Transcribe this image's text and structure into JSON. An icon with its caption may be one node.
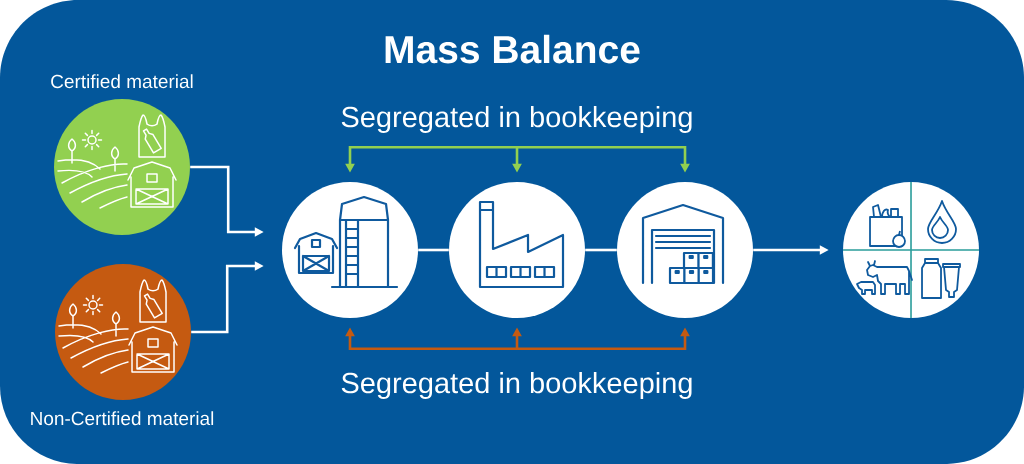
{
  "diagram": {
    "title": "Mass Balance",
    "nodes": [
      {
        "text": [
          "Certified material"
        ]
      },
      {
        "text": [
          "Segregated in bookkeeping"
        ]
      },
      {
        "text": [],
        "shape": "circle"
      },
      {
        "text": [],
        "shape": "circle"
      },
      {
        "text": [],
        "shape": "circle"
      },
      {
        "text": [],
        "shape": "circle"
      },
      {
        "text": [
          "Non-Certified material"
        ]
      },
      {
        "text": [
          "Segregated in bookkeeping"
        ]
      }
    ],
    "edges": [
      {
        "from": 0,
        "to": 2,
        "arrow": "to"
      },
      {
        "from": 6,
        "to": 2,
        "arrow": "to"
      },
      {
        "from": 2,
        "to": 3,
        "arrow": "none"
      },
      {
        "from": 3,
        "to": 4,
        "arrow": "none"
      },
      {
        "from": 4,
        "to": 5,
        "arrow": "to"
      },
      {
        "from": 1,
        "to": 2,
        "arrow": "to",
        "color": "#92d050"
      },
      {
        "from": 1,
        "to": 3,
        "arrow": "to",
        "color": "#92d050"
      },
      {
        "from": 1,
        "to": 4,
        "arrow": "to",
        "color": "#92d050"
      },
      {
        "from": 7,
        "to": 2,
        "arrow": "to",
        "color": "#c55a11"
      },
      {
        "from": 7,
        "to": 3,
        "arrow": "to",
        "color": "#c55a11"
      },
      {
        "from": 7,
        "to": 4,
        "arrow": "to",
        "color": "#c55a11"
      }
    ]
  }
}
